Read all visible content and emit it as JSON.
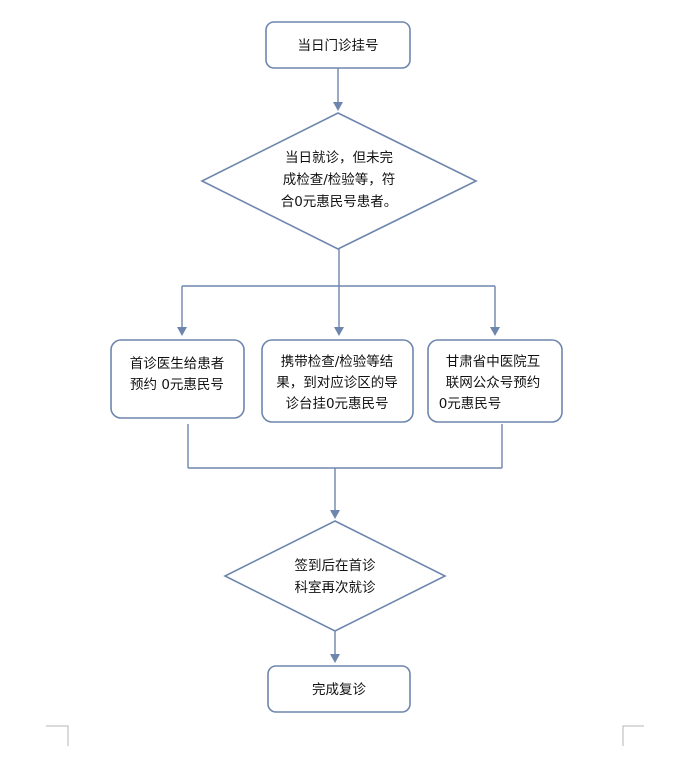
{
  "flowchart": {
    "start": "当日门诊挂号",
    "condition": [
      "当日就诊，但未完",
      "成检查/检验等，符",
      "合0元惠民号患者。"
    ],
    "options": [
      [
        "首诊医生给患者",
        "预约 0元惠民号"
      ],
      [
        "携带检查/检验等结",
        "果，到对应诊区的导",
        "诊台挂0元惠民号"
      ],
      [
        "甘肃省中医院互",
        "联网公众号预约",
        "0元惠民号"
      ]
    ],
    "checkin": [
      "签到后在首诊",
      "科室再次就诊"
    ],
    "end": "完成复诊"
  },
  "colors": {
    "stroke": "#6e86ad",
    "text": "#111111",
    "background": "#ffffff"
  }
}
